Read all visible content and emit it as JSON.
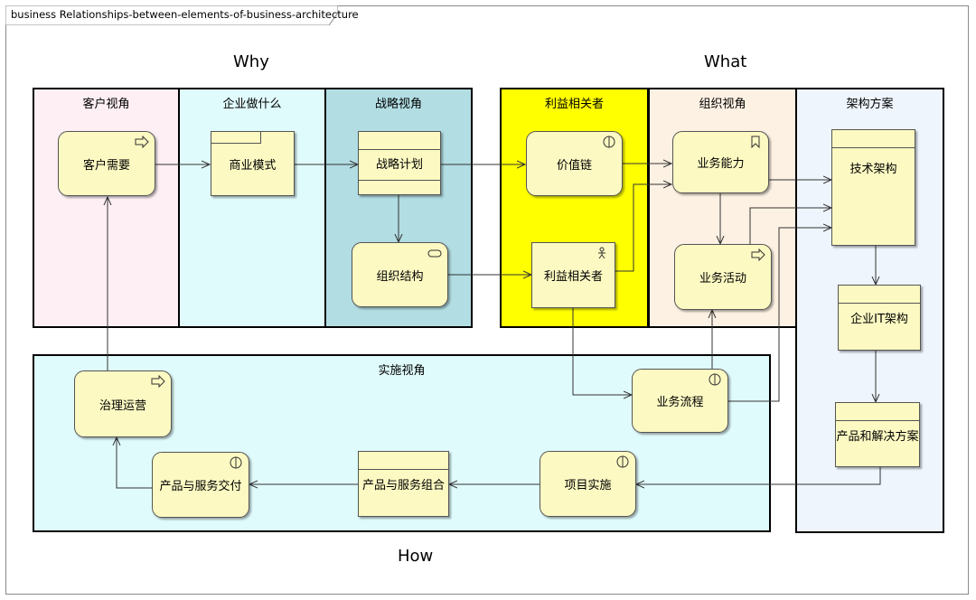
{
  "diagram_tab": {
    "title": "business Relationships-between-elements-of-business-architecture"
  },
  "headers": {
    "why": "Why",
    "what": "What",
    "how": "How"
  },
  "lanes": {
    "customer": {
      "title": "客户视角",
      "color": "#fdeff4"
    },
    "enterprise": {
      "title": "企业做什么",
      "color": "#e0fbfc"
    },
    "strategy": {
      "title": "战略视角",
      "color": "#b1dde3"
    },
    "stakeholder": {
      "title": "利益相关者",
      "color": "#ffff00"
    },
    "organization": {
      "title": "组织视角",
      "color": "#fdf1e3"
    },
    "architecture": {
      "title": "架构方案",
      "color": "#eef5fd"
    },
    "implementation": {
      "title": "实施视角",
      "color": "#e0fbfc"
    }
  },
  "nodes": {
    "customer_need": "客户需要",
    "business_model": "商业模式",
    "strategic_plan": "战略计划",
    "org_structure": "组织结构",
    "value_chain": "价值链",
    "stakeholder": "利益相关者",
    "business_capability": "业务能力",
    "business_activity": "业务活动",
    "tech_architecture": "技术架构",
    "enterprise_it": "企业IT架构",
    "product_solution": "产品和解决方案",
    "governance_ops": "治理运营",
    "business_process": "业务流程",
    "project_impl": "项目实施",
    "product_service_combo": "产品与服务组合",
    "product_service_delivery": "产品与服务交付"
  },
  "colors": {
    "node_fill": "#fcf9c2",
    "line": "#333333"
  }
}
